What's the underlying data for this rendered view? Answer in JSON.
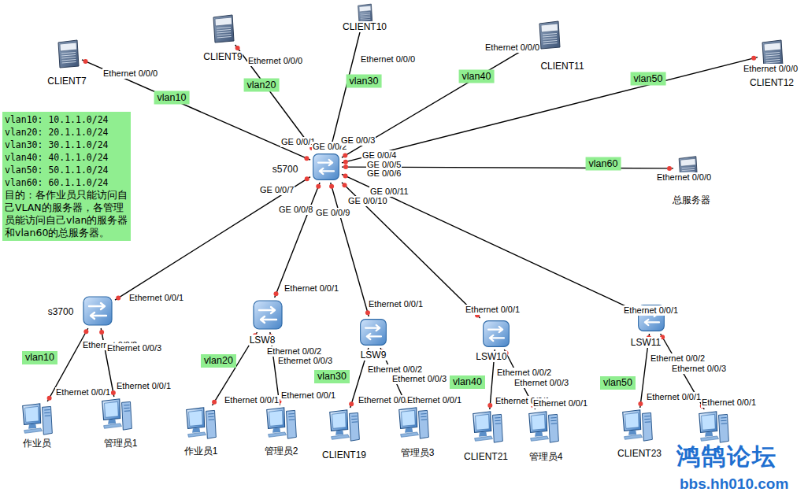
{
  "diagram": {
    "nodes": [
      {
        "text": [
          "CLIENT7"
        ]
      },
      {
        "text": [
          "CLIENT9"
        ]
      },
      {
        "text": [
          "CLIENT10"
        ]
      },
      {
        "text": [
          "CLIENT11"
        ]
      },
      {
        "text": [
          "CLIENT12"
        ]
      },
      {
        "text": [
          "vlan10: 10.1.1.0/24",
          "vlan20: 20.1.1.0/24",
          "vlan30: 30.1.1.0/24",
          "vlan40: 40.1.1.0/24",
          "vlan50: 50.1.1.0/24",
          "vlan60: 60.1.1.0/24",
          "目的：各作业员只能访问自己VLAN的服务器，各管理员能访问自己vlan的服务器和vlan60的总服务器。"
        ]
      },
      {
        "text": [
          "s5700"
        ]
      },
      {
        "text": [
          "总服务器"
        ]
      },
      {
        "text": [
          "s3700"
        ]
      },
      {
        "text": [
          "LSW8"
        ]
      },
      {
        "text": [
          "LSW9"
        ]
      },
      {
        "text": [
          "LSW10"
        ]
      },
      {
        "text": [
          "LSW11"
        ]
      },
      {
        "text": [
          "作业员"
        ]
      },
      {
        "text": [
          "管理员1"
        ]
      },
      {
        "text": [
          "作业员1"
        ]
      },
      {
        "text": [
          "管理员2"
        ]
      },
      {
        "text": [
          "CLIENT19"
        ]
      },
      {
        "text": [
          "管理员3"
        ]
      },
      {
        "text": [
          "CLIENT21"
        ]
      },
      {
        "text": [
          "管理员4"
        ]
      },
      {
        "text": [
          "CLIENT23"
        ]
      },
      {
        "text": []
      }
    ],
    "edges": [
      {
        "from": 6,
        "to": 0,
        "arrow": "none",
        "label": "vlan10"
      },
      {
        "from": 6,
        "to": 1,
        "arrow": "none",
        "label": "vlan20"
      },
      {
        "from": 6,
        "to": 2,
        "arrow": "none",
        "label": "vlan30"
      },
      {
        "from": 6,
        "to": 3,
        "arrow": "none",
        "label": "vlan40"
      },
      {
        "from": 6,
        "to": 4,
        "arrow": "none",
        "label": "vlan50"
      },
      {
        "from": 6,
        "to": 7,
        "arrow": "none",
        "label": "vlan60"
      },
      {
        "from": 6,
        "to": 8,
        "arrow": "none"
      },
      {
        "from": 6,
        "to": 9,
        "arrow": "none"
      },
      {
        "from": 6,
        "to": 10,
        "arrow": "none"
      },
      {
        "from": 6,
        "to": 11,
        "arrow": "none"
      },
      {
        "from": 6,
        "to": 12,
        "arrow": "none"
      },
      {
        "from": 8,
        "to": 13,
        "arrow": "none"
      },
      {
        "from": 8,
        "to": 14,
        "arrow": "none"
      },
      {
        "from": 9,
        "to": 15,
        "arrow": "none"
      },
      {
        "from": 9,
        "to": 16,
        "arrow": "none"
      },
      {
        "from": 10,
        "to": 17,
        "arrow": "none"
      },
      {
        "from": 10,
        "to": 18,
        "arrow": "none"
      },
      {
        "from": 11,
        "to": 19,
        "arrow": "none"
      },
      {
        "from": 11,
        "to": 20,
        "arrow": "none"
      },
      {
        "from": 12,
        "to": 21,
        "arrow": "none"
      },
      {
        "from": 12,
        "to": 22,
        "arrow": "none"
      }
    ],
    "labels": [
      "Ethernet 0/0/0",
      "Ethernet 0/0/0",
      "Ethernet 0/0/0",
      "Ethernet 0/0/0",
      "Ethernet 0/0/0",
      "GE 0/0/1",
      "GE 0/0/2",
      "GE 0/0/3",
      "GE 0/0/4",
      "GE 0/0/5",
      "GE 0/0/6",
      "Ethernet 0/0/0",
      "GE 0/0/7",
      "GE 0/0/11",
      "GE 0/0/8",
      "GE 0/0/9",
      "GE 0/0/10",
      "Ethernet 0/0/1",
      "Ethernet 0/0/1",
      "Ethernet 0/0/1",
      "Ethernet 0/0/1",
      "Ethernet 0/0/1",
      "Ethernet 0/0/2",
      "Ethernet 0/0/3",
      "Ethernet 0/0/2",
      "Ethernet 0/0/3",
      "Ethernet 0/0/2",
      "Ethernet 0/0/3",
      "Ethernet 0/0/2",
      "Ethernet 0/0/3",
      "Ethernet 0/0/2",
      "Ethernet 0/0/3",
      "vlan10",
      "vlan20",
      "vlan30",
      "vlan40",
      "vlan50",
      "Ethernet 0/0/1",
      "Ethernet 0/0/1",
      "Ethernet 0/0/1",
      "Ethernet 0/0/1",
      "Ethernet 0/0/1",
      "Ethernet 0/0/1",
      "Ethernet 0/0/1",
      "Ethernet 0/0/1",
      "Ethernet 0/0/1",
      "Ethernet 0/0/1",
      "鸿鹄论坛",
      "bbs.hh010.com"
    ]
  }
}
